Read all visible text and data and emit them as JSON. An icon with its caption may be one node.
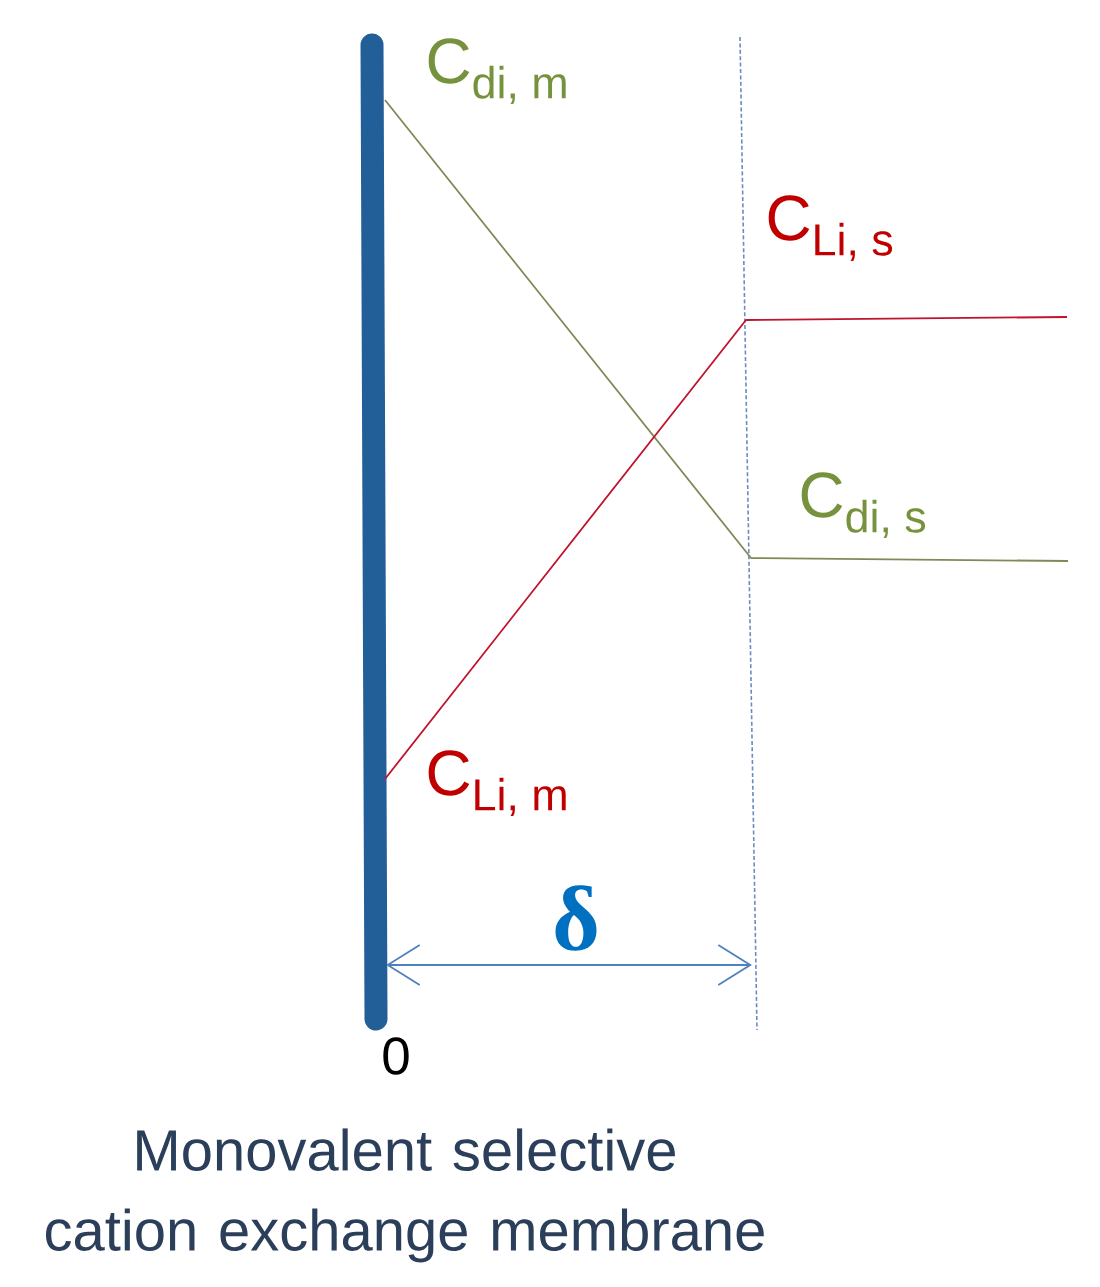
{
  "diagram": {
    "labels": [
      "\\mathrm{C}_{\\text{di, m}}",
      "\\mathrm{C}_{\\text{Li, s}}",
      "\\mathrm{C}_{\\text{di, s}}",
      "\\mathrm{C}_{\\text{Li, m}}",
      "δ",
      "0",
      "Monovalent selective cation exchange membrane"
    ]
  }
}
